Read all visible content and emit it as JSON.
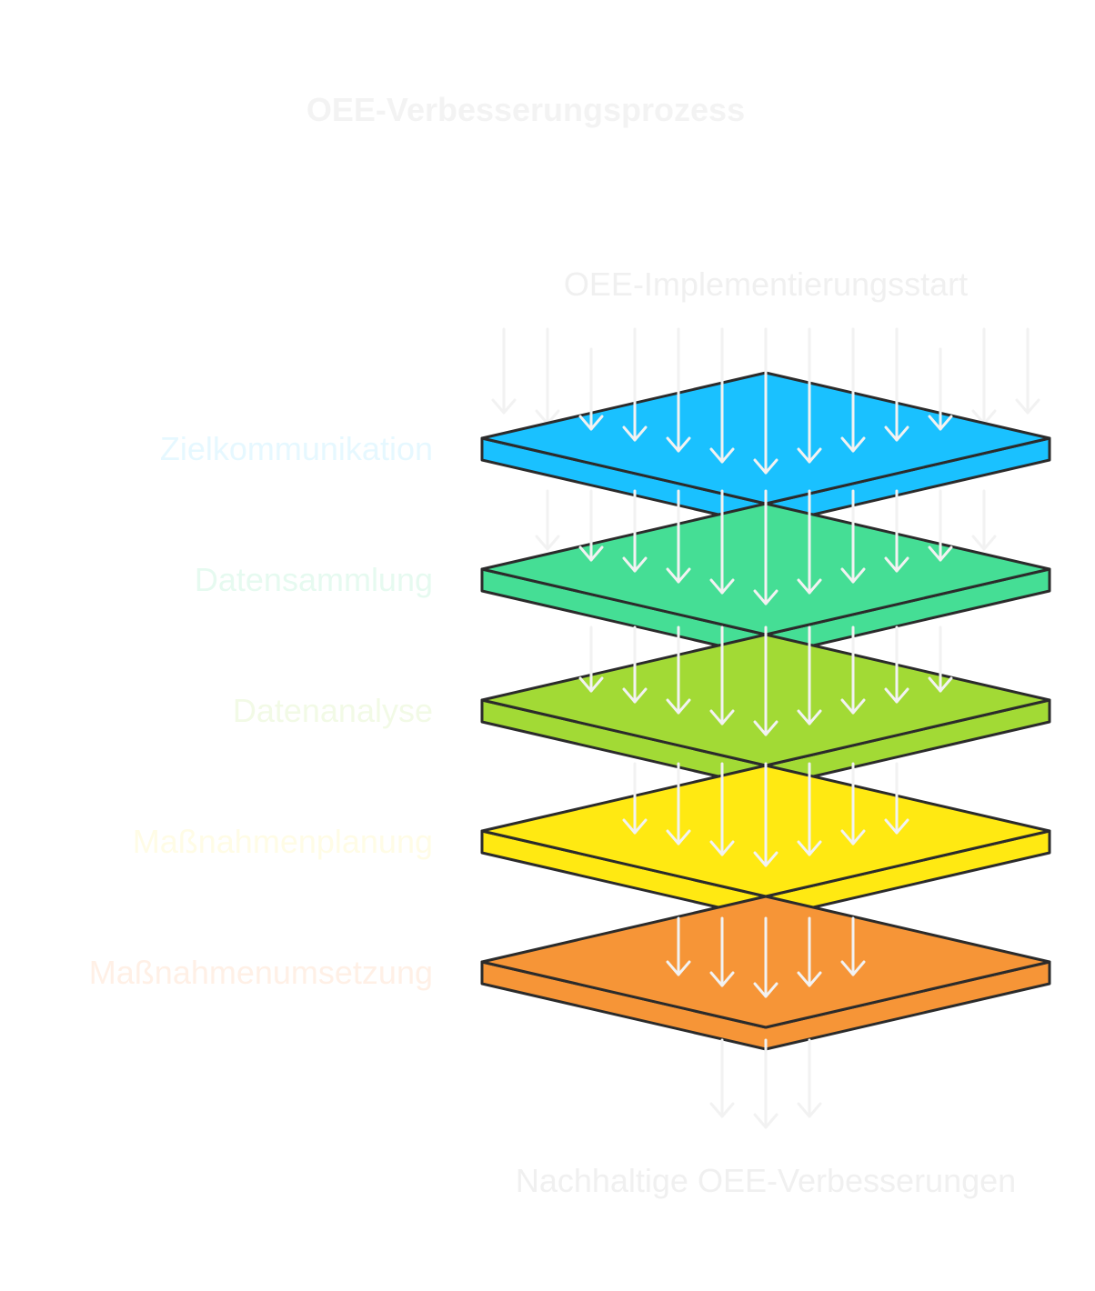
{
  "title": "OEE-Verbesserungsprozess",
  "start_label": "OEE-Implementierungsstart",
  "end_label": "Nachhaltige OEE-Verbesserungen",
  "layers": [
    {
      "label": "Zielkommunikation",
      "fill": "#1ac1ff",
      "label_color": "#e6f8ff"
    },
    {
      "label": "Datensammlung",
      "fill": "#45de95",
      "label_color": "#e6faf0"
    },
    {
      "label": "Datenanalyse",
      "fill": "#a2da35",
      "label_color": "#f2fae6"
    },
    {
      "label": "Maßnahmenplanung",
      "fill": "#ffe912",
      "label_color": "#fffce6"
    },
    {
      "label": "Maßnahmenumsetzung",
      "fill": "#f69537",
      "label_color": "#fff0e6"
    }
  ],
  "outline_color": "#2b2b2b",
  "arrow_color": "#f2f2f2"
}
